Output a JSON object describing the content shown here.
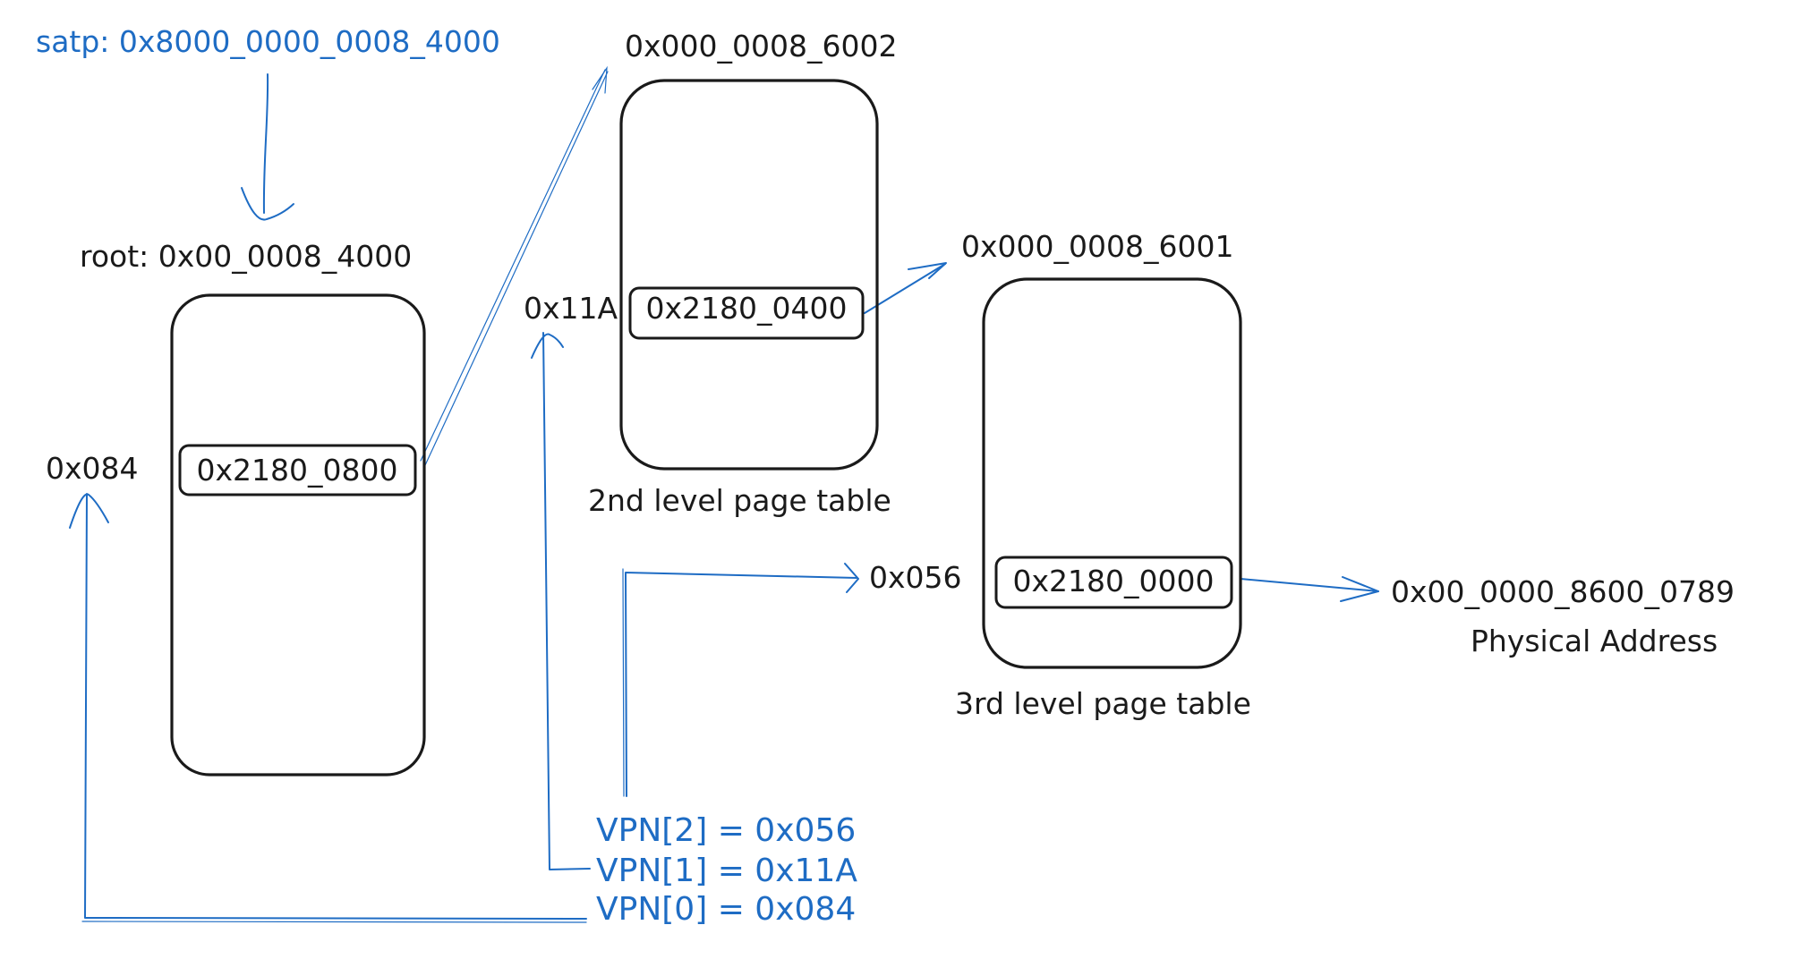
{
  "satp_label": "satp: 0x8000_0000_0008_4000",
  "root_table": {
    "title": "root: 0x00_0008_4000",
    "index": "0x084",
    "entry": "0x2180_0800"
  },
  "second_table": {
    "address": "0x000_0008_6002",
    "index": "0x11A",
    "entry": "0x2180_0400",
    "caption": "2nd level page table"
  },
  "third_table": {
    "address": "0x000_0008_6001",
    "index": "0x056",
    "entry": "0x2180_0000",
    "caption": "3rd level page table"
  },
  "physical_address": {
    "value": "0x00_0000_8600_0789",
    "caption": "Physical Address"
  },
  "vpn": [
    "VPN[2] = 0x056",
    "VPN[1] = 0x11A",
    "VPN[0] = 0x084"
  ],
  "colors": {
    "ink": "#1a1a1a",
    "accent_blue": "#1e6cc4"
  }
}
